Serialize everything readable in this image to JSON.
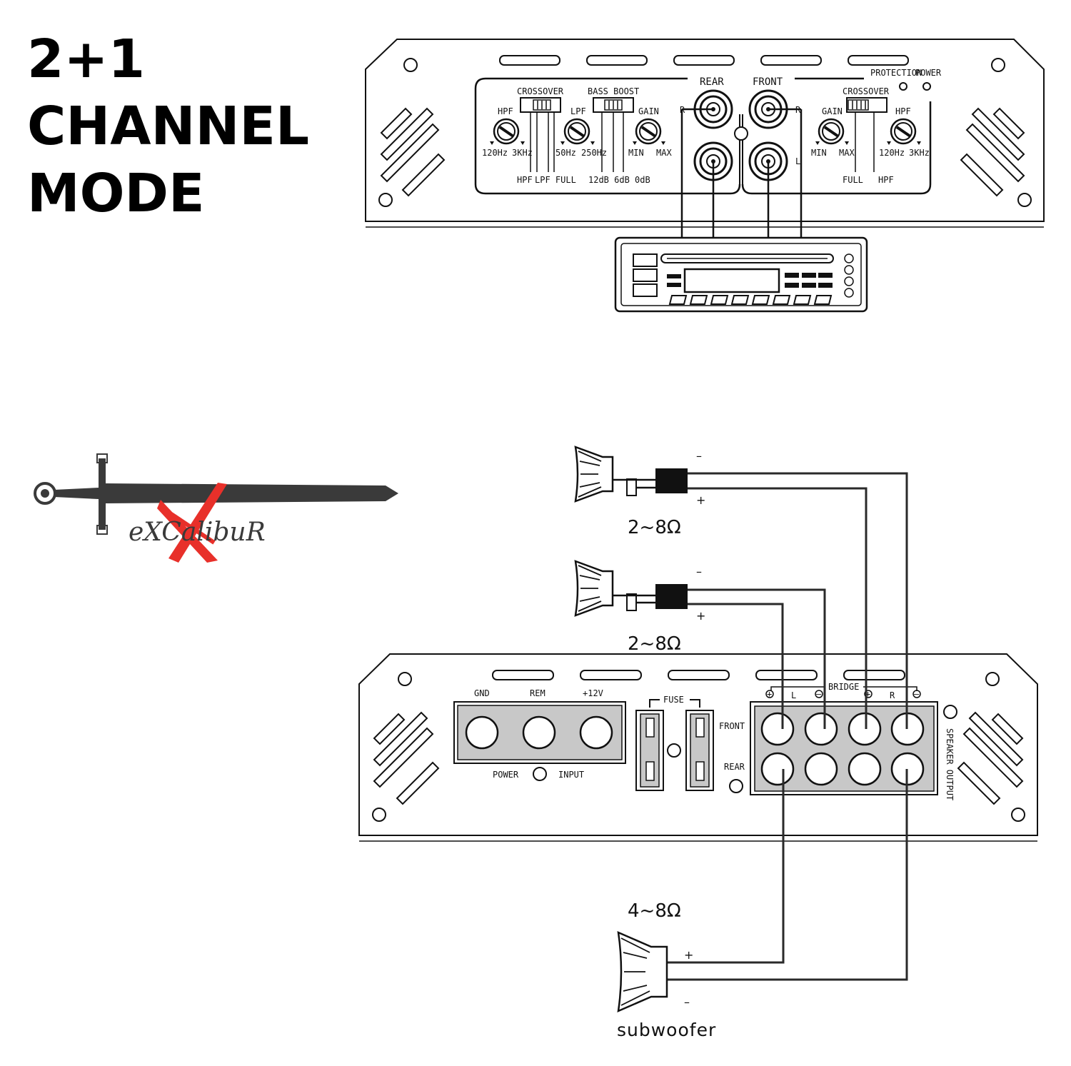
{
  "title": {
    "line1": "2+1",
    "line2": "CHANNEL",
    "line3": "MODE"
  },
  "logo": {
    "text": "eXCalibuR",
    "accent": "#e8302a",
    "sword": "#3a3a3a"
  },
  "top_amp": {
    "rear_label": "REAR",
    "front_label": "FRONT",
    "protection_label": "PROTECTION",
    "power_label": "POWER",
    "left": {
      "crossover_label": "CROSSOVER",
      "bass_boost_label": "BASS BOOST",
      "hpf_label": "HPF",
      "hpf_min": "120Hz",
      "hpf_max": "3KHz",
      "lpf_label": "LPF",
      "lpf_min": "50Hz",
      "lpf_max": "250Hz",
      "gain_label": "GAIN",
      "gain_min": "MIN",
      "gain_max": "MAX",
      "xover_hpf": "HPF",
      "xover_lpf_full": "LPF FULL",
      "boost_values": "12dB 6dB  0dB"
    },
    "right": {
      "crossover_label": "CROSSOVER",
      "gain_label": "GAIN",
      "gain_min": "MIN",
      "gain_max": "MAX",
      "hpf_label": "HPF",
      "hpf_min": "120Hz",
      "hpf_max": "3KHz",
      "xover_full": "FULL",
      "xover_hpf": "HPF"
    },
    "ch_r": "R",
    "ch_l": "L"
  },
  "speakers": [
    {
      "impedance": "2~8Ω",
      "minus": "–",
      "plus": "+"
    },
    {
      "impedance": "2~8Ω",
      "minus": "–",
      "plus": "+"
    }
  ],
  "bottom_amp": {
    "gnd_label": "GND",
    "rem_label": "REM",
    "v12_label": "+12V",
    "power_label": "POWER",
    "input_label": "INPUT",
    "fuse_label": "FUSE",
    "bridge_label": "BRIDGE",
    "l_label": "L",
    "r_label": "R",
    "front_label": "FRONT",
    "rear_label": "REAR",
    "speaker_output_label": "SPEAKER OUTPUT",
    "terminal_plus": "+",
    "terminal_minus": "–"
  },
  "subwoofer": {
    "impedance": "4~8Ω",
    "label": "subwoofer",
    "plus": "+",
    "minus": "–"
  }
}
